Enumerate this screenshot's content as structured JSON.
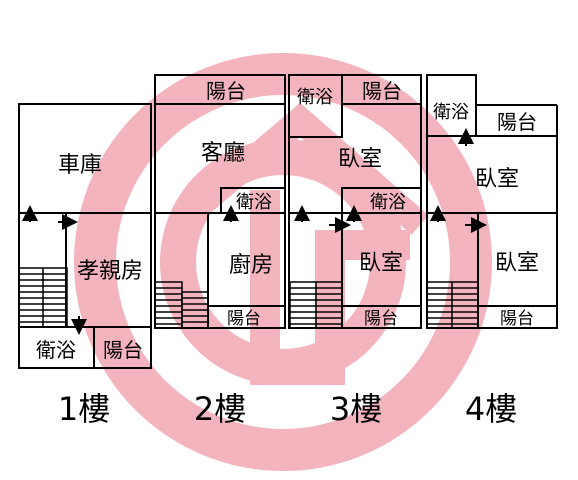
{
  "colors": {
    "watermark": "#f2a7b3",
    "line": "#000000"
  },
  "floors": [
    {
      "label": "1樓",
      "rooms": {
        "garage": "車庫",
        "bedroom": "孝親房",
        "bath": "衛浴",
        "balcony": "陽台"
      }
    },
    {
      "label": "2樓",
      "rooms": {
        "balcony_top": "陽台",
        "living": "客廳",
        "bath": "衛浴",
        "kitchen": "廚房",
        "balcony_bottom": "陽台"
      }
    },
    {
      "label": "3樓",
      "rooms": {
        "bath_top": "衛浴",
        "balcony_top": "陽台",
        "bedroom_top": "臥室",
        "bath_mid": "衛浴",
        "bedroom_bottom": "臥室",
        "balcony_bottom": "陽台"
      }
    },
    {
      "label": "4樓",
      "rooms": {
        "bath_top": "衛浴",
        "balcony_top": "陽台",
        "bedroom_top": "臥室",
        "bedroom_bottom": "臥室",
        "balcony_bottom": "陽台"
      }
    }
  ]
}
